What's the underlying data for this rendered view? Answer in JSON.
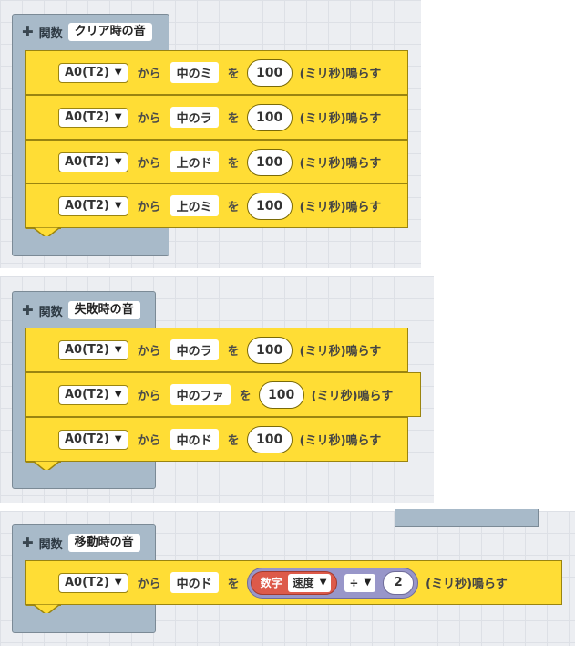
{
  "functions": [
    {
      "keyword": "関数",
      "name": "クリア時の音",
      "blocks": [
        {
          "pin": "A0(T2)",
          "from": "から",
          "note": "中のミ",
          "wo": "を",
          "duration": "100",
          "suffix": "(ミリ秒)鳴らす"
        },
        {
          "pin": "A0(T2)",
          "from": "から",
          "note": "中のラ",
          "wo": "を",
          "duration": "100",
          "suffix": "(ミリ秒)鳴らす"
        },
        {
          "pin": "A0(T2)",
          "from": "から",
          "note": "上のド",
          "wo": "を",
          "duration": "100",
          "suffix": "(ミリ秒)鳴らす"
        },
        {
          "pin": "A0(T2)",
          "from": "から",
          "note": "上のミ",
          "wo": "を",
          "duration": "100",
          "suffix": "(ミリ秒)鳴らす"
        }
      ]
    },
    {
      "keyword": "関数",
      "name": "失敗時の音",
      "blocks": [
        {
          "pin": "A0(T2)",
          "from": "から",
          "note": "中のラ",
          "wo": "を",
          "duration": "100",
          "suffix": "(ミリ秒)鳴らす"
        },
        {
          "pin": "A0(T2)",
          "from": "から",
          "note": "中のファ",
          "wo": "を",
          "duration": "100",
          "suffix": "(ミリ秒)鳴らす"
        },
        {
          "pin": "A0(T2)",
          "from": "から",
          "note": "中のド",
          "wo": "を",
          "duration": "100",
          "suffix": "(ミリ秒)鳴らす"
        }
      ]
    },
    {
      "keyword": "関数",
      "name": "移動時の音",
      "blocks": [
        {
          "pin": "A0(T2)",
          "from": "から",
          "note": "中のド",
          "wo": "を",
          "expr": {
            "var_label": "数字",
            "var_name": "速度",
            "op": "÷",
            "operand": "2"
          },
          "suffix": "(ミリ秒)鳴らす"
        }
      ]
    }
  ],
  "colors": {
    "block": "#ffdd35",
    "function_header": "#a8bac9",
    "variable": "#dd5a4a",
    "math": "#9896c9",
    "workspace": "#eceef2"
  },
  "icons": {
    "add": "plus-icon",
    "dropdown": "caret-down-icon"
  }
}
